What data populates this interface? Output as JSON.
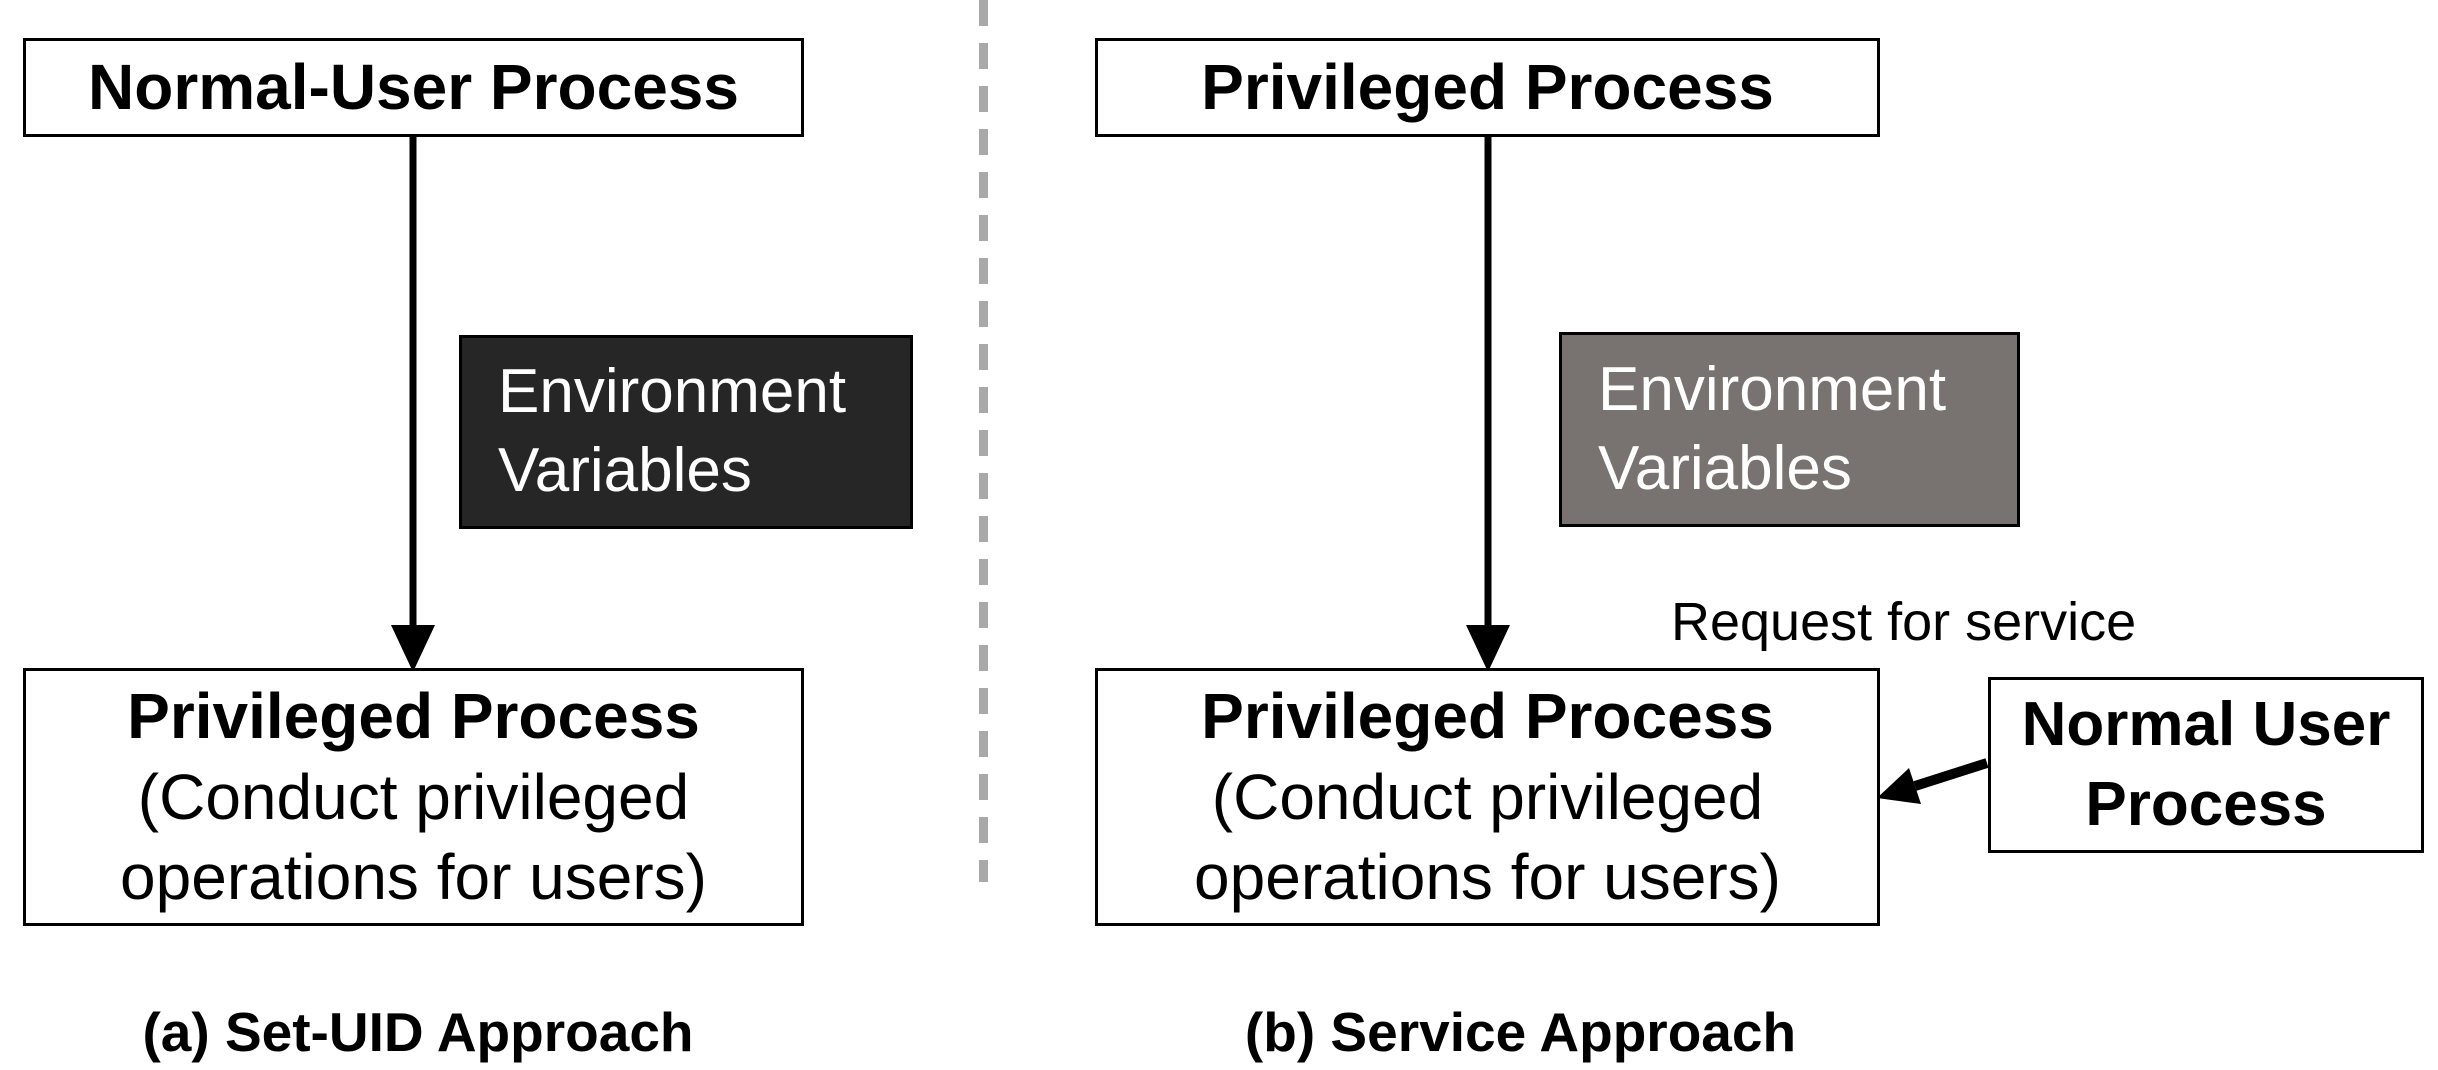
{
  "diagram_title": "",
  "colors": {
    "box_border": "#000000",
    "env_dark_fill": "#262626",
    "env_gray_fill": "#787270",
    "env_text": "#ffffff",
    "divider": "#a9a9a9",
    "arrow": "#000000",
    "text": "#000000",
    "background": "#ffffff"
  },
  "panel_a": {
    "top_box": {
      "label": "Normal-User Process"
    },
    "env_box": {
      "lines": [
        "Environment",
        "Variables"
      ]
    },
    "bottom_box": {
      "title": "Privileged Process",
      "subtitle_lines": [
        "(Conduct privileged",
        "operations for users)"
      ]
    },
    "caption": "(a) Set-UID Approach"
  },
  "panel_b": {
    "top_box": {
      "label": "Privileged Process"
    },
    "env_box": {
      "lines": [
        "Environment",
        "Variables"
      ]
    },
    "request_label": "Request for service",
    "bottom_box": {
      "title": "Privileged Process",
      "subtitle_lines": [
        "(Conduct privileged",
        "operations for users)"
      ]
    },
    "normal_user_box": {
      "lines": [
        "Normal User",
        "Process"
      ]
    },
    "caption": "(b) Service Approach"
  }
}
